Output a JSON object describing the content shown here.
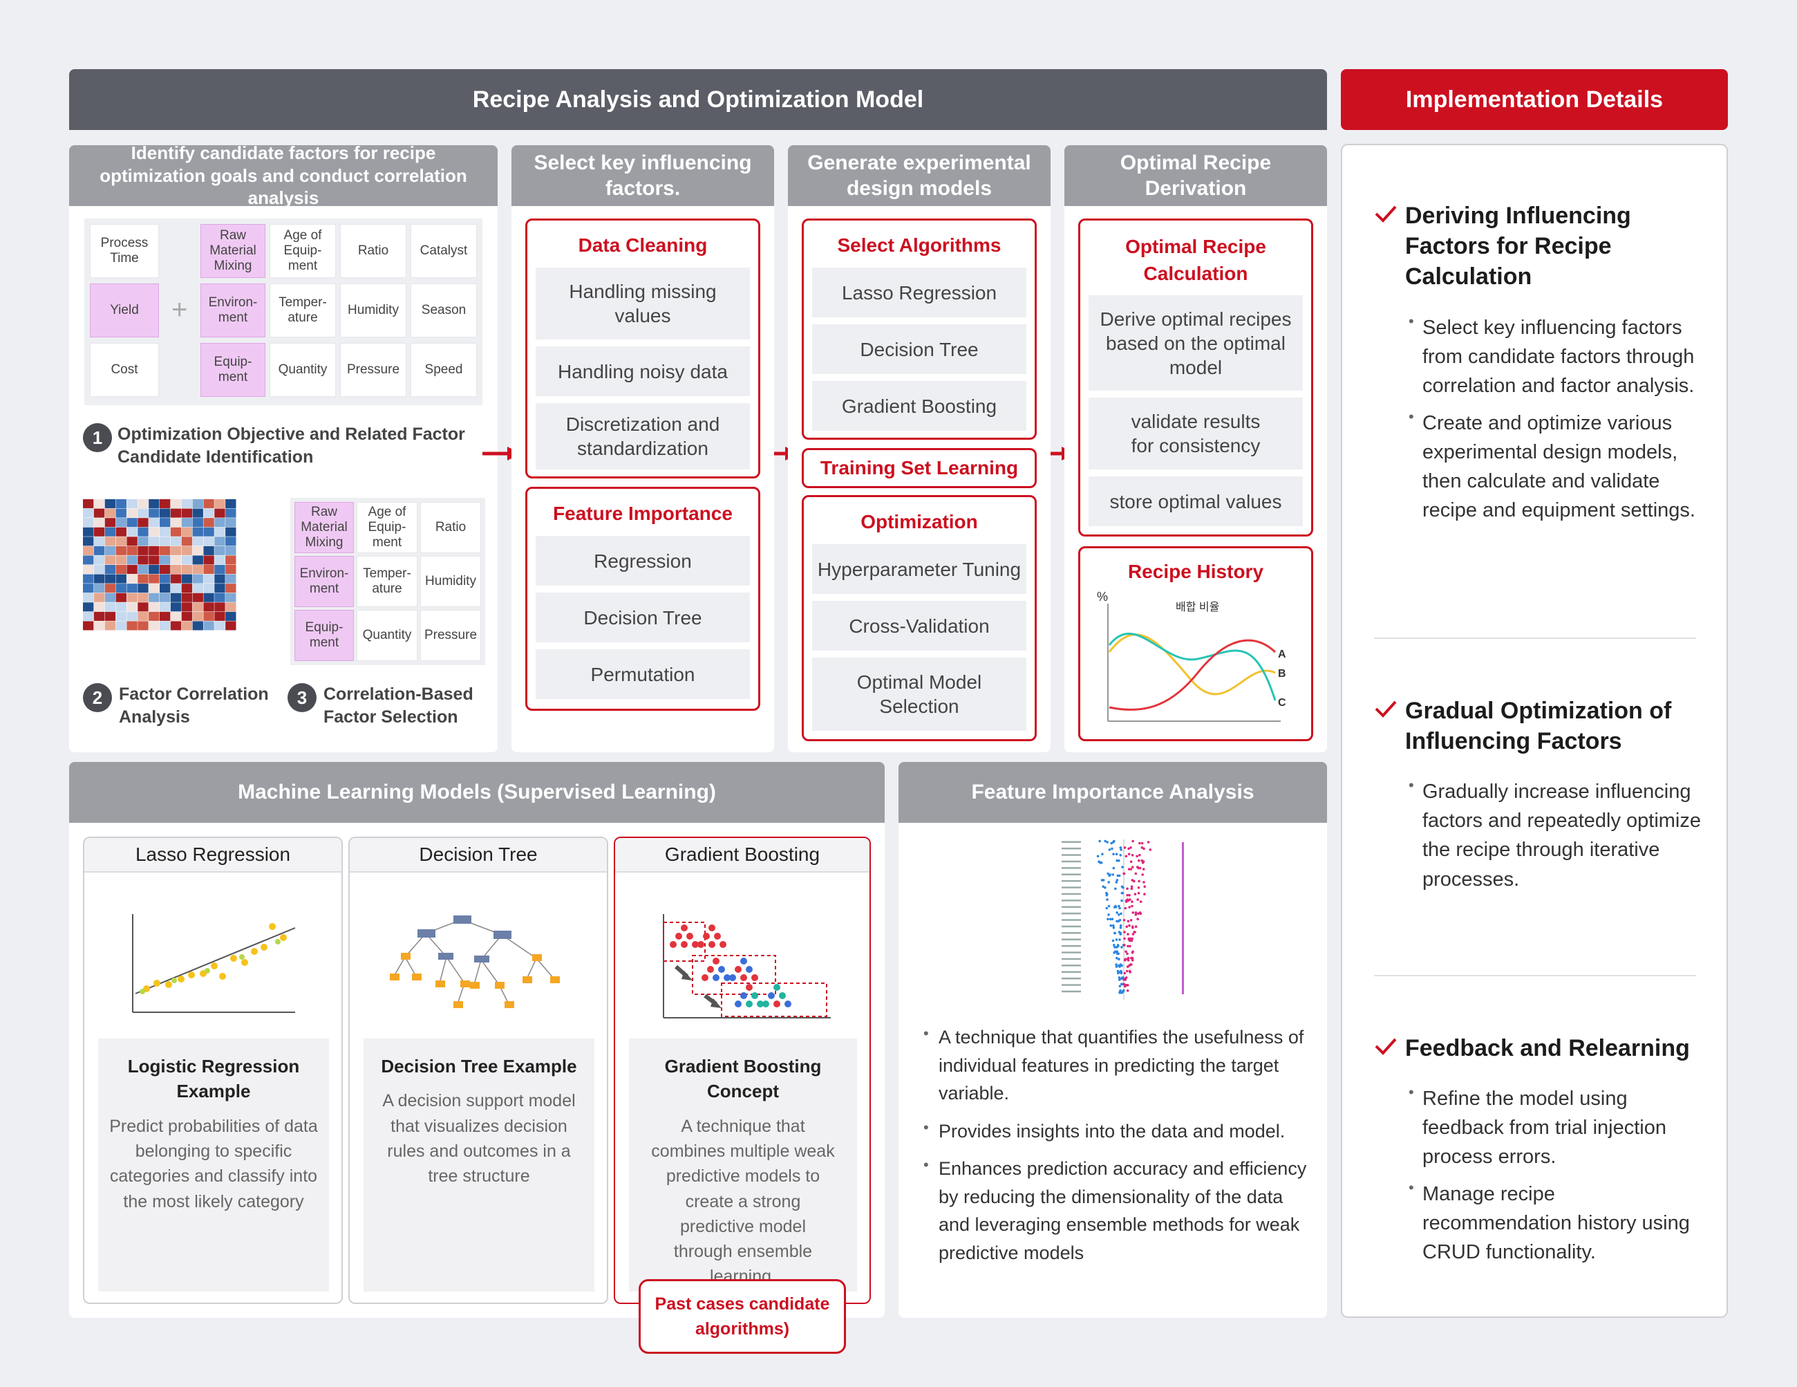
{
  "headers": {
    "main": "Recipe Analysis and Optimization Model",
    "impl": "Implementation Details",
    "ml": "Machine Learning Models (Supervised Learning)",
    "fia": "Feature Importance Analysis"
  },
  "col1": {
    "title": "Identify candidate factors for recipe optimization goals and conduct correlation analysis",
    "left_cells": [
      "Process Time",
      "Yield",
      "Cost"
    ],
    "grid1": [
      [
        "Raw Material Mixing",
        "Age of Equip-ment",
        "Ratio",
        "Catalyst"
      ],
      [
        "Environ-ment",
        "Temper-ature",
        "Humidity",
        "Season"
      ],
      [
        "Equip-ment",
        "Quantity",
        "Pressure",
        "Speed"
      ]
    ],
    "plus": "+",
    "step1_num": "1",
    "step1": "Optimization Objective and Related Factor Candidate Identification",
    "grid2": [
      [
        "Raw Material Mixing",
        "Age of Equip-ment",
        "Ratio"
      ],
      [
        "Environ-ment",
        "Temper-ature",
        "Humidity"
      ],
      [
        "Equip-ment",
        "Quantity",
        "Pressure"
      ]
    ],
    "step2_num": "2",
    "step2": "Factor Correlation Analysis",
    "step3_num": "3",
    "step3": "Correlation-Based Factor Selection"
  },
  "col2": {
    "title": "Select key influencing factors.",
    "box1_title": "Data Cleaning",
    "box1_items": [
      "Handling missing values",
      "Handling noisy data",
      "Discretization and standardization"
    ],
    "box2_title": "Feature Importance",
    "box2_items": [
      "Regression",
      "Decision Tree",
      "Permutation"
    ]
  },
  "col3": {
    "title": "Generate experimental design models",
    "box1_title": "Select Algorithms",
    "box1_items": [
      "Lasso Regression",
      "Decision Tree",
      "Gradient Boosting"
    ],
    "training": "Training Set Learning",
    "box2_title": "Optimization",
    "box2_items": [
      "Hyperparameter Tuning",
      "Cross-Validation",
      "Optimal Model Selection"
    ]
  },
  "col4": {
    "title": "Optimal Recipe Derivation",
    "box1_title": "Optimal Recipe Calculation",
    "box1_items": [
      "Derive optimal recipes based on the optimal model",
      "validate results for consistency",
      "store optimal values"
    ],
    "box2_title": "Recipe History",
    "chart_ylabel": "%",
    "chart_title": "배합 비율",
    "series_labels": [
      "A",
      "B",
      "C"
    ]
  },
  "ml_cards": [
    {
      "title": "Lasso Regression",
      "desc_title": "Logistic Regression Example",
      "desc": "Predict probabilities of data belonging to specific categories and classify into the most likely category"
    },
    {
      "title": "Decision Tree",
      "desc_title": "Decision Tree Example",
      "desc": "A decision support model that visualizes decision rules and outcomes in a tree structure"
    },
    {
      "title": "Gradient Boosting",
      "desc_title": "Gradient Boosting Concept",
      "desc": "A technique that combines multiple weak predictive models to create a strong predictive model through ensemble learning."
    }
  ],
  "past_cases": "Past cases candidate algorithms)",
  "fia_bullets": [
    "A technique that quantifies the usefulness of individual features in predicting the target variable.",
    "Provides insights into the data and model.",
    "Enhances prediction accuracy and efficiency by reducing the dimensionality of the data and leveraging ensemble methods for weak predictive models"
  ],
  "impl_sections": [
    {
      "title": "Deriving Influencing Factors for Recipe Calculation",
      "items": [
        "Select key influencing factors from candidate factors through correlation and factor analysis.",
        "Create and optimize various experimental design models, then calculate and validate recipe and equipment settings."
      ]
    },
    {
      "title": "Gradual Optimization of Influencing Factors",
      "items": [
        "Gradually increase influencing factors and repeatedly optimize the recipe through iterative processes."
      ]
    },
    {
      "title": "Feedback and Relearning",
      "items": [
        "Refine the model using feedback from trial injection process errors.",
        "Manage recipe recommendation history using CRUD functionality."
      ]
    }
  ],
  "colors": {
    "accent_red": "#cc1020",
    "header_dark": "#5b5e66",
    "header_mid": "#9c9ea4"
  }
}
